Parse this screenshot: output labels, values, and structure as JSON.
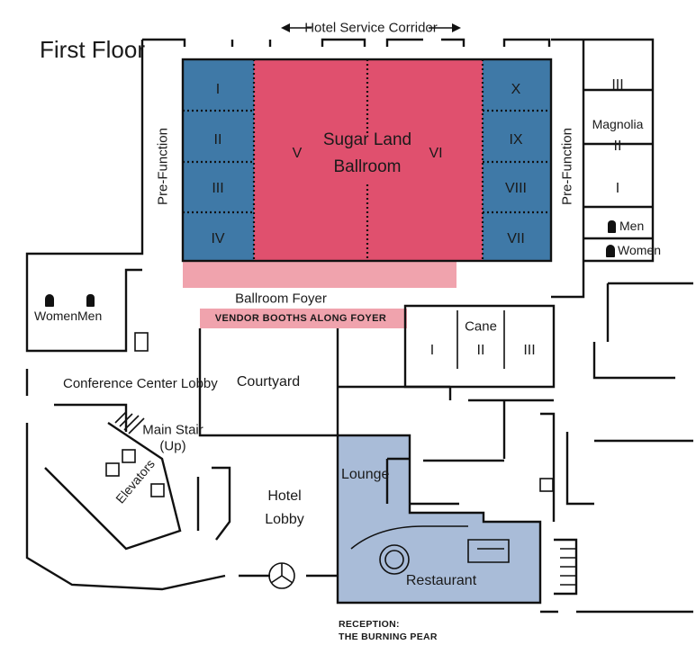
{
  "title": "First Floor",
  "corridor": "Hotel Service Corridor",
  "ballroom": {
    "name_line1": "Sugar Land",
    "name_line2": "Ballroom",
    "left_sections": [
      "I",
      "II",
      "III",
      "IV"
    ],
    "center_sections": [
      "V",
      "VI"
    ],
    "right_sections": [
      "X",
      "IX",
      "VIII",
      "VII"
    ]
  },
  "prefunction_left": "Pre-Function",
  "prefunction_right": "Pre-Function",
  "magnolia": {
    "name": "Magnolia",
    "sections": [
      "III",
      "II",
      "I"
    ]
  },
  "restrooms": {
    "men": "Men",
    "women": "Women"
  },
  "ballroom_foyer": "Ballroom Foyer",
  "vendor_band": "VENDOR BOOTHS ALONG FOYER",
  "cane": {
    "name": "Cane",
    "sections": [
      "I",
      "II",
      "III"
    ]
  },
  "conference_center_lobby": "Conference Center Lobby",
  "courtyard": "Courtyard",
  "main_stair_line1": "Main Stair",
  "main_stair_line2": "(Up)",
  "elevators": "Elevators",
  "hotel_lobby_line1": "Hotel",
  "hotel_lobby_line2": "Lobby",
  "lounge": "Lounge",
  "restaurant": "Restaurant",
  "reception_line1": "RECEPTION:",
  "reception_line2": "THE BURNING PEAR",
  "colors": {
    "ballroom_center": "#e0506e",
    "ballroom_sides": "#3f79a7",
    "foyer_band": "#f0a3ad",
    "vendor_band": "#f0a3ad",
    "restaurant": "#a9bcd8"
  }
}
